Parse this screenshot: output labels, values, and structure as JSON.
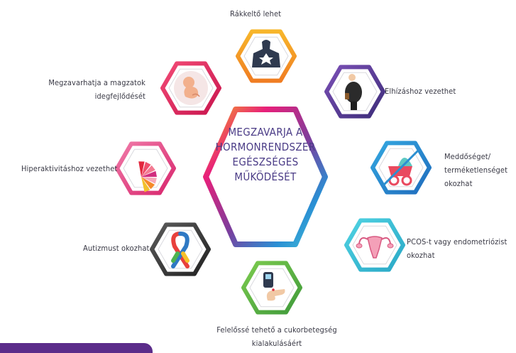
{
  "center": {
    "lines": [
      "MEGZAVARJA A",
      "HORMONRENDSZER",
      "EGÉSZSÉGES",
      "MŰKÖDÉSÉT"
    ]
  },
  "nodes": [
    {
      "id": "cancer",
      "icon": "lungs-cancer-icon",
      "color": "#f39a2c",
      "lines": [
        "Rákkeltő lehet"
      ]
    },
    {
      "id": "obesity",
      "icon": "obese-man-icon",
      "color": "#5b3f9a",
      "lines": [
        "Elhízáshoz vezethet"
      ]
    },
    {
      "id": "infertility",
      "icon": "crossed-baby-stroller-icon",
      "color": "#2b8fd1",
      "lines": [
        "Meddőséget/",
        "terméketlenséget",
        "okozhat"
      ]
    },
    {
      "id": "pcos",
      "icon": "uterus-icon",
      "color": "#3cc2d8",
      "lines": [
        "PCOS-t vagy endometriózist",
        "okozhat"
      ]
    },
    {
      "id": "diabetes",
      "icon": "glucose-meter-icon",
      "color": "#5fb544",
      "lines": [
        "Felelőssé tehető a cukorbetegség",
        "kialakulásáért"
      ]
    },
    {
      "id": "autism",
      "icon": "puzzle-ribbon-icon",
      "color": "#3b3b3b",
      "lines": [
        "Autizmust okozhat"
      ]
    },
    {
      "id": "hyperactivity",
      "icon": "petal-fan-icon",
      "color": "#e23a7a",
      "lines": [
        "Hiperaktivitáshoz vezethet"
      ]
    },
    {
      "id": "fetus",
      "icon": "fetus-icon",
      "color": "#e0245e",
      "lines": [
        "Megzavarhatja a magzatok",
        "idegfejlődését"
      ]
    }
  ],
  "colors": {
    "center_text": "#4a3b86",
    "label_text": "#3a3a46",
    "footer_bar": "#5b2c8a"
  }
}
